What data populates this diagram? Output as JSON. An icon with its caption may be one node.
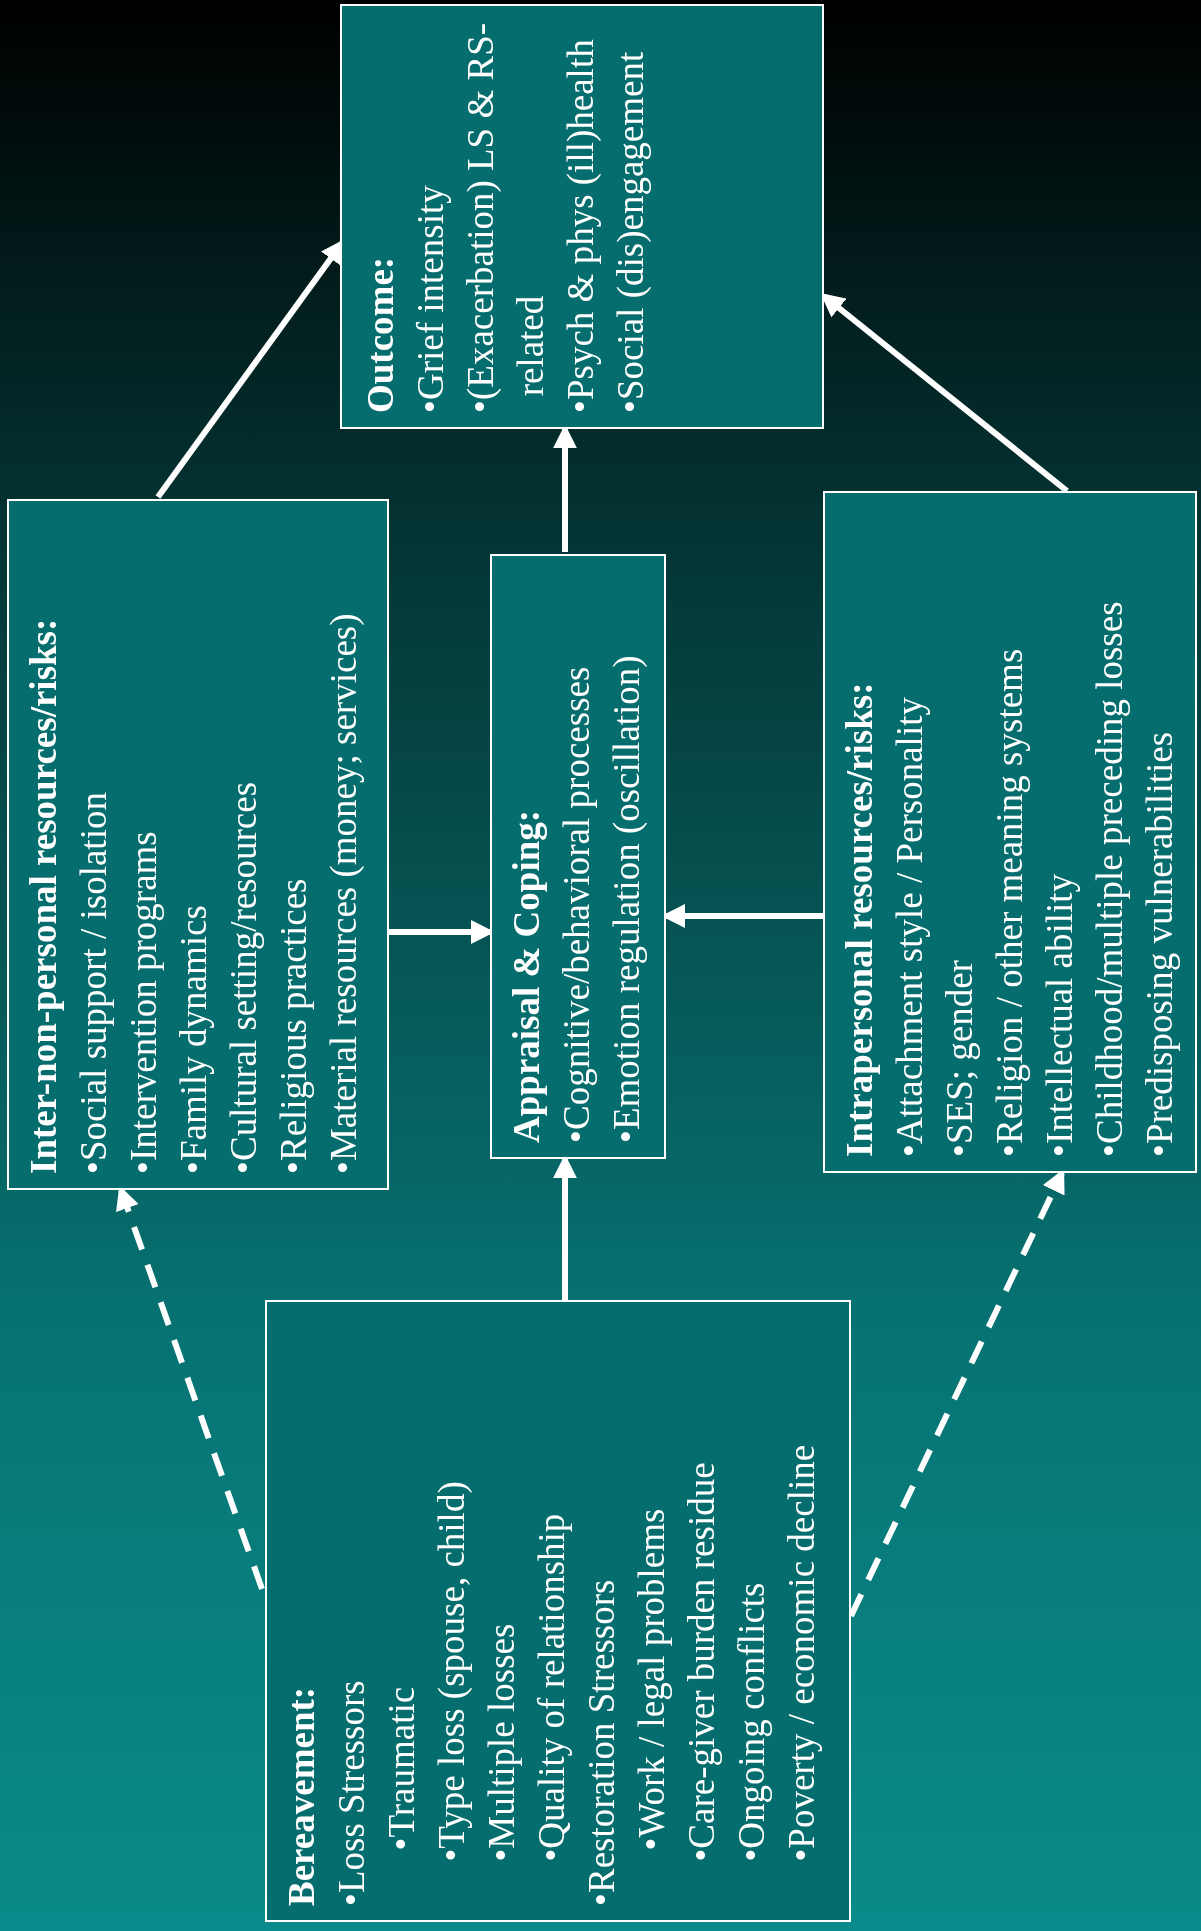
{
  "diagram": {
    "nodes": [
      {
        "text": [
          "Outcome:",
          "•Grief intensity",
          "•(Exacerbation) LS & RS-related",
          "•Psych & phys (ill)health",
          "•Social (dis)engagement"
        ]
      },
      {
        "text": [
          "Inter-non-personal resources/risks:",
          "•Social support / isolation",
          "•Intervention programs",
          "•Family dynamics",
          "•Cultural setting/resources",
          "•Religious practices",
          "•Material resources (money; services)"
        ]
      },
      {
        "text": [
          "Appraisal & Coping:",
          "•Cognitive/behavioral processes",
          "•Emotion regulation (oscillation)"
        ]
      },
      {
        "text": [
          "Intrapersonal resources/risks:",
          "•Attachment style / Personality",
          "•SES; gender",
          "•Religion / other meaning systems",
          "•Intellectual ability",
          "•Childhood/multiple preceding losses",
          "•Predisposing vulnerabilities"
        ]
      },
      {
        "text": [
          "Bereavement:",
          "•Loss Stressors",
          "•Traumatic",
          "•Type loss (spouse, child)",
          "•Multiple losses",
          "•Quality of relationship",
          "•Restoration Stressors",
          "•Work / legal problems",
          "•Care-giver burden residue",
          "•Ongoing conflicts",
          "•Poverty / economic decline"
        ]
      }
    ],
    "edges": [
      {
        "from": 1,
        "to": 0,
        "arrow": "to"
      },
      {
        "from": 2,
        "to": 0,
        "arrow": "to"
      },
      {
        "from": 3,
        "to": 0,
        "arrow": "to"
      },
      {
        "from": 1,
        "to": 2,
        "arrow": "to"
      },
      {
        "from": 3,
        "to": 2,
        "arrow": "to"
      },
      {
        "from": 4,
        "to": 2,
        "arrow": "to"
      },
      {
        "from": 4,
        "to": 1,
        "arrow": "to",
        "style": "dashed"
      },
      {
        "from": 4,
        "to": 3,
        "arrow": "to",
        "style": "dashed"
      }
    ]
  }
}
